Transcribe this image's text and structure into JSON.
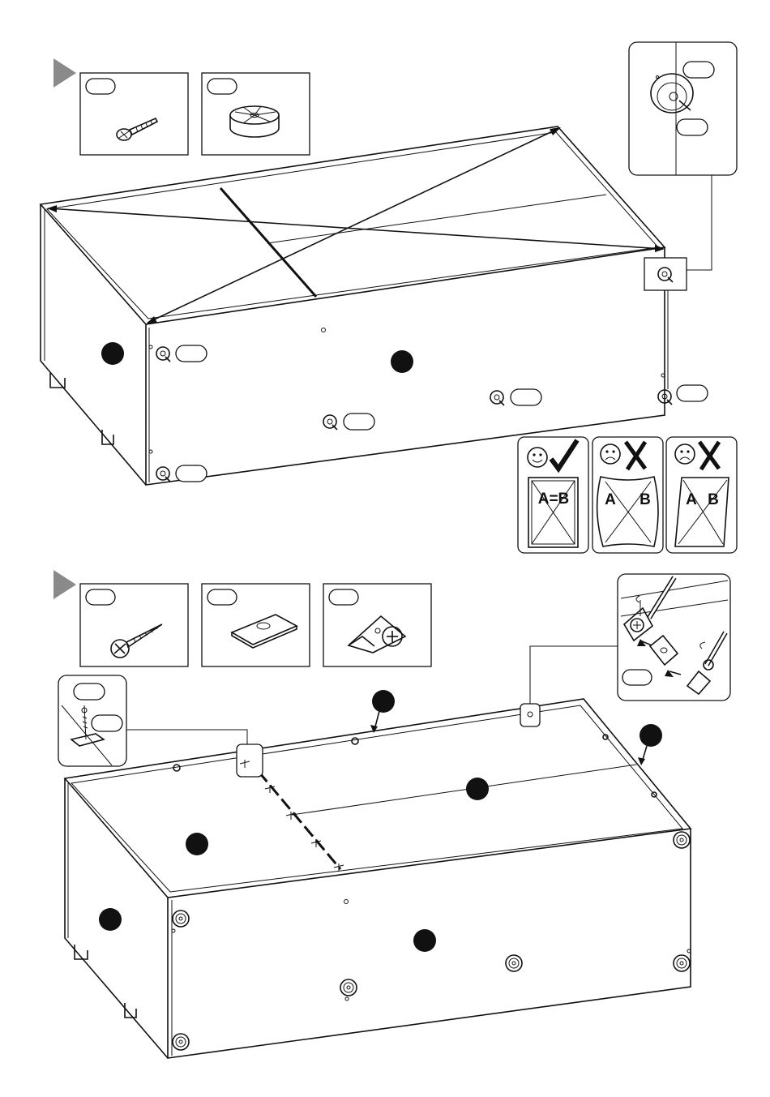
{
  "colors": {
    "ink": "#111111",
    "step_marker": "#8a8a8a",
    "paper": "#ffffff"
  },
  "steps": [
    {
      "marker_icon": "step-triangle-icon",
      "parts": [
        {
          "icon": "countersunk-screw-icon",
          "label": ""
        },
        {
          "icon": "cam-lock-icon",
          "label": ""
        }
      ],
      "detail_callout": {
        "icon": "cam-lock-tighten-icon",
        "labels": [
          "",
          ""
        ]
      },
      "panel_badges": [
        "",
        ""
      ],
      "bubble_labels": [
        "",
        "",
        "",
        "",
        ""
      ],
      "squareness_check": [
        {
          "icon": "smiley-icon",
          "mark": "check-icon",
          "text": "A=B"
        },
        {
          "icon": "sad-face-icon",
          "mark": "cross-icon",
          "text_a": "A",
          "text_b": "B"
        },
        {
          "icon": "sad-face-icon",
          "mark": "cross-icon",
          "text_a": "A",
          "text_b": "B"
        }
      ]
    },
    {
      "marker_icon": "step-triangle-icon",
      "parts": [
        {
          "icon": "long-screw-icon",
          "label": ""
        },
        {
          "icon": "joining-plate-icon",
          "label": ""
        },
        {
          "icon": "corner-bracket-icon",
          "label": ""
        }
      ],
      "detail_left": {
        "icon": "plate-screw-detail-icon",
        "labels": [
          "",
          ""
        ]
      },
      "detail_right": {
        "icon": "bracket-install-icon",
        "label": ""
      },
      "panel_badges": [
        "",
        "",
        "",
        "",
        "",
        ""
      ]
    }
  ]
}
